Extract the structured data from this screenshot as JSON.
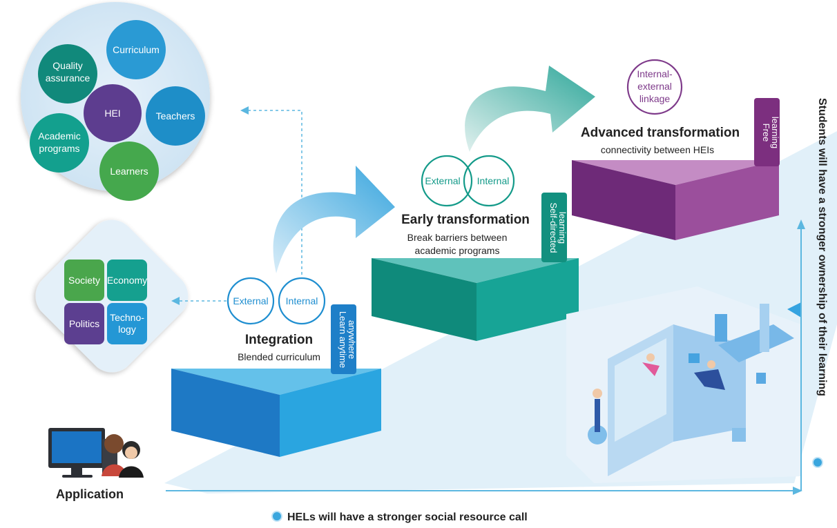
{
  "ecosystem": {
    "center": "HEI",
    "nodes": {
      "curriculum": "Curriculum",
      "quality_line1": "Quality",
      "quality_line2": "assurance",
      "teachers": "Teachers",
      "academic_line1": "Academic",
      "academic_line2": "programs",
      "learners": "Learners"
    }
  },
  "environment": {
    "society": "Society",
    "economy": "Economy",
    "politics": "Politics",
    "technology_line1": "Techno-",
    "technology_line2": "logy"
  },
  "stages": {
    "integration": {
      "title": "Integration",
      "subtitle": "Blended curriculum",
      "circle_external": "External",
      "circle_internal": "Internal",
      "tag_line1": "Learn anytime",
      "tag_line2": "anywhere"
    },
    "early": {
      "title": "Early transformation",
      "subtitle_line1": "Break barriers between",
      "subtitle_line2": "academic programs",
      "circle_external": "External",
      "circle_internal": "Internal",
      "tag_line1": "Self-directed",
      "tag_line2": "learning"
    },
    "advanced": {
      "title": "Advanced transformation",
      "subtitle": "connectivity between HEIs",
      "circle_line1": "Internal-",
      "circle_line2": "external",
      "circle_line3": "linkage",
      "tag_line1": "Free",
      "tag_line2": "learning"
    }
  },
  "application_label": "Application",
  "x_axis_label": "HELs will have a stronger social resource call",
  "y_axis_label": "Students will have a stronger ownership of their learning",
  "colors": {
    "integration": "#1e9ad6",
    "early": "#129a8a",
    "advanced": "#8c3f8f",
    "axis": "#5bb7e0",
    "ribbon": "#dcedf8"
  }
}
